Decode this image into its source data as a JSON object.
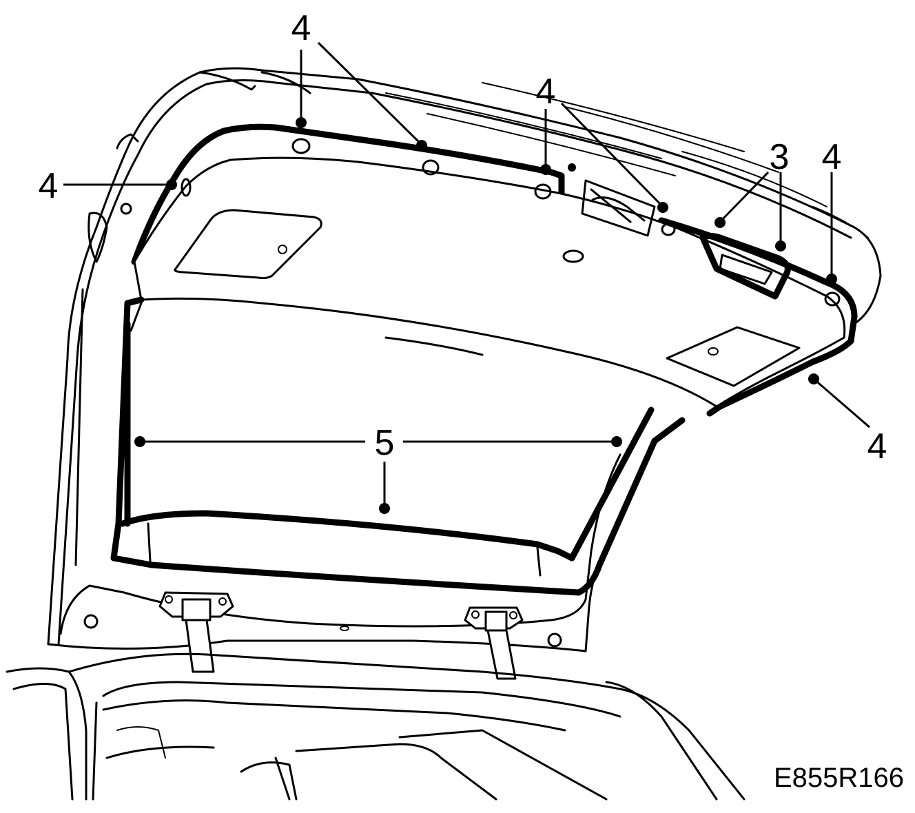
{
  "figure": {
    "code": "E855R166"
  },
  "callouts": [
    {
      "id": "c1",
      "label": "4"
    },
    {
      "id": "c2",
      "label": "4"
    },
    {
      "id": "c3",
      "label": "4"
    },
    {
      "id": "c4",
      "label": "3"
    },
    {
      "id": "c5",
      "label": "4"
    },
    {
      "id": "c6",
      "label": "4"
    },
    {
      "id": "c7",
      "label": "5"
    }
  ]
}
